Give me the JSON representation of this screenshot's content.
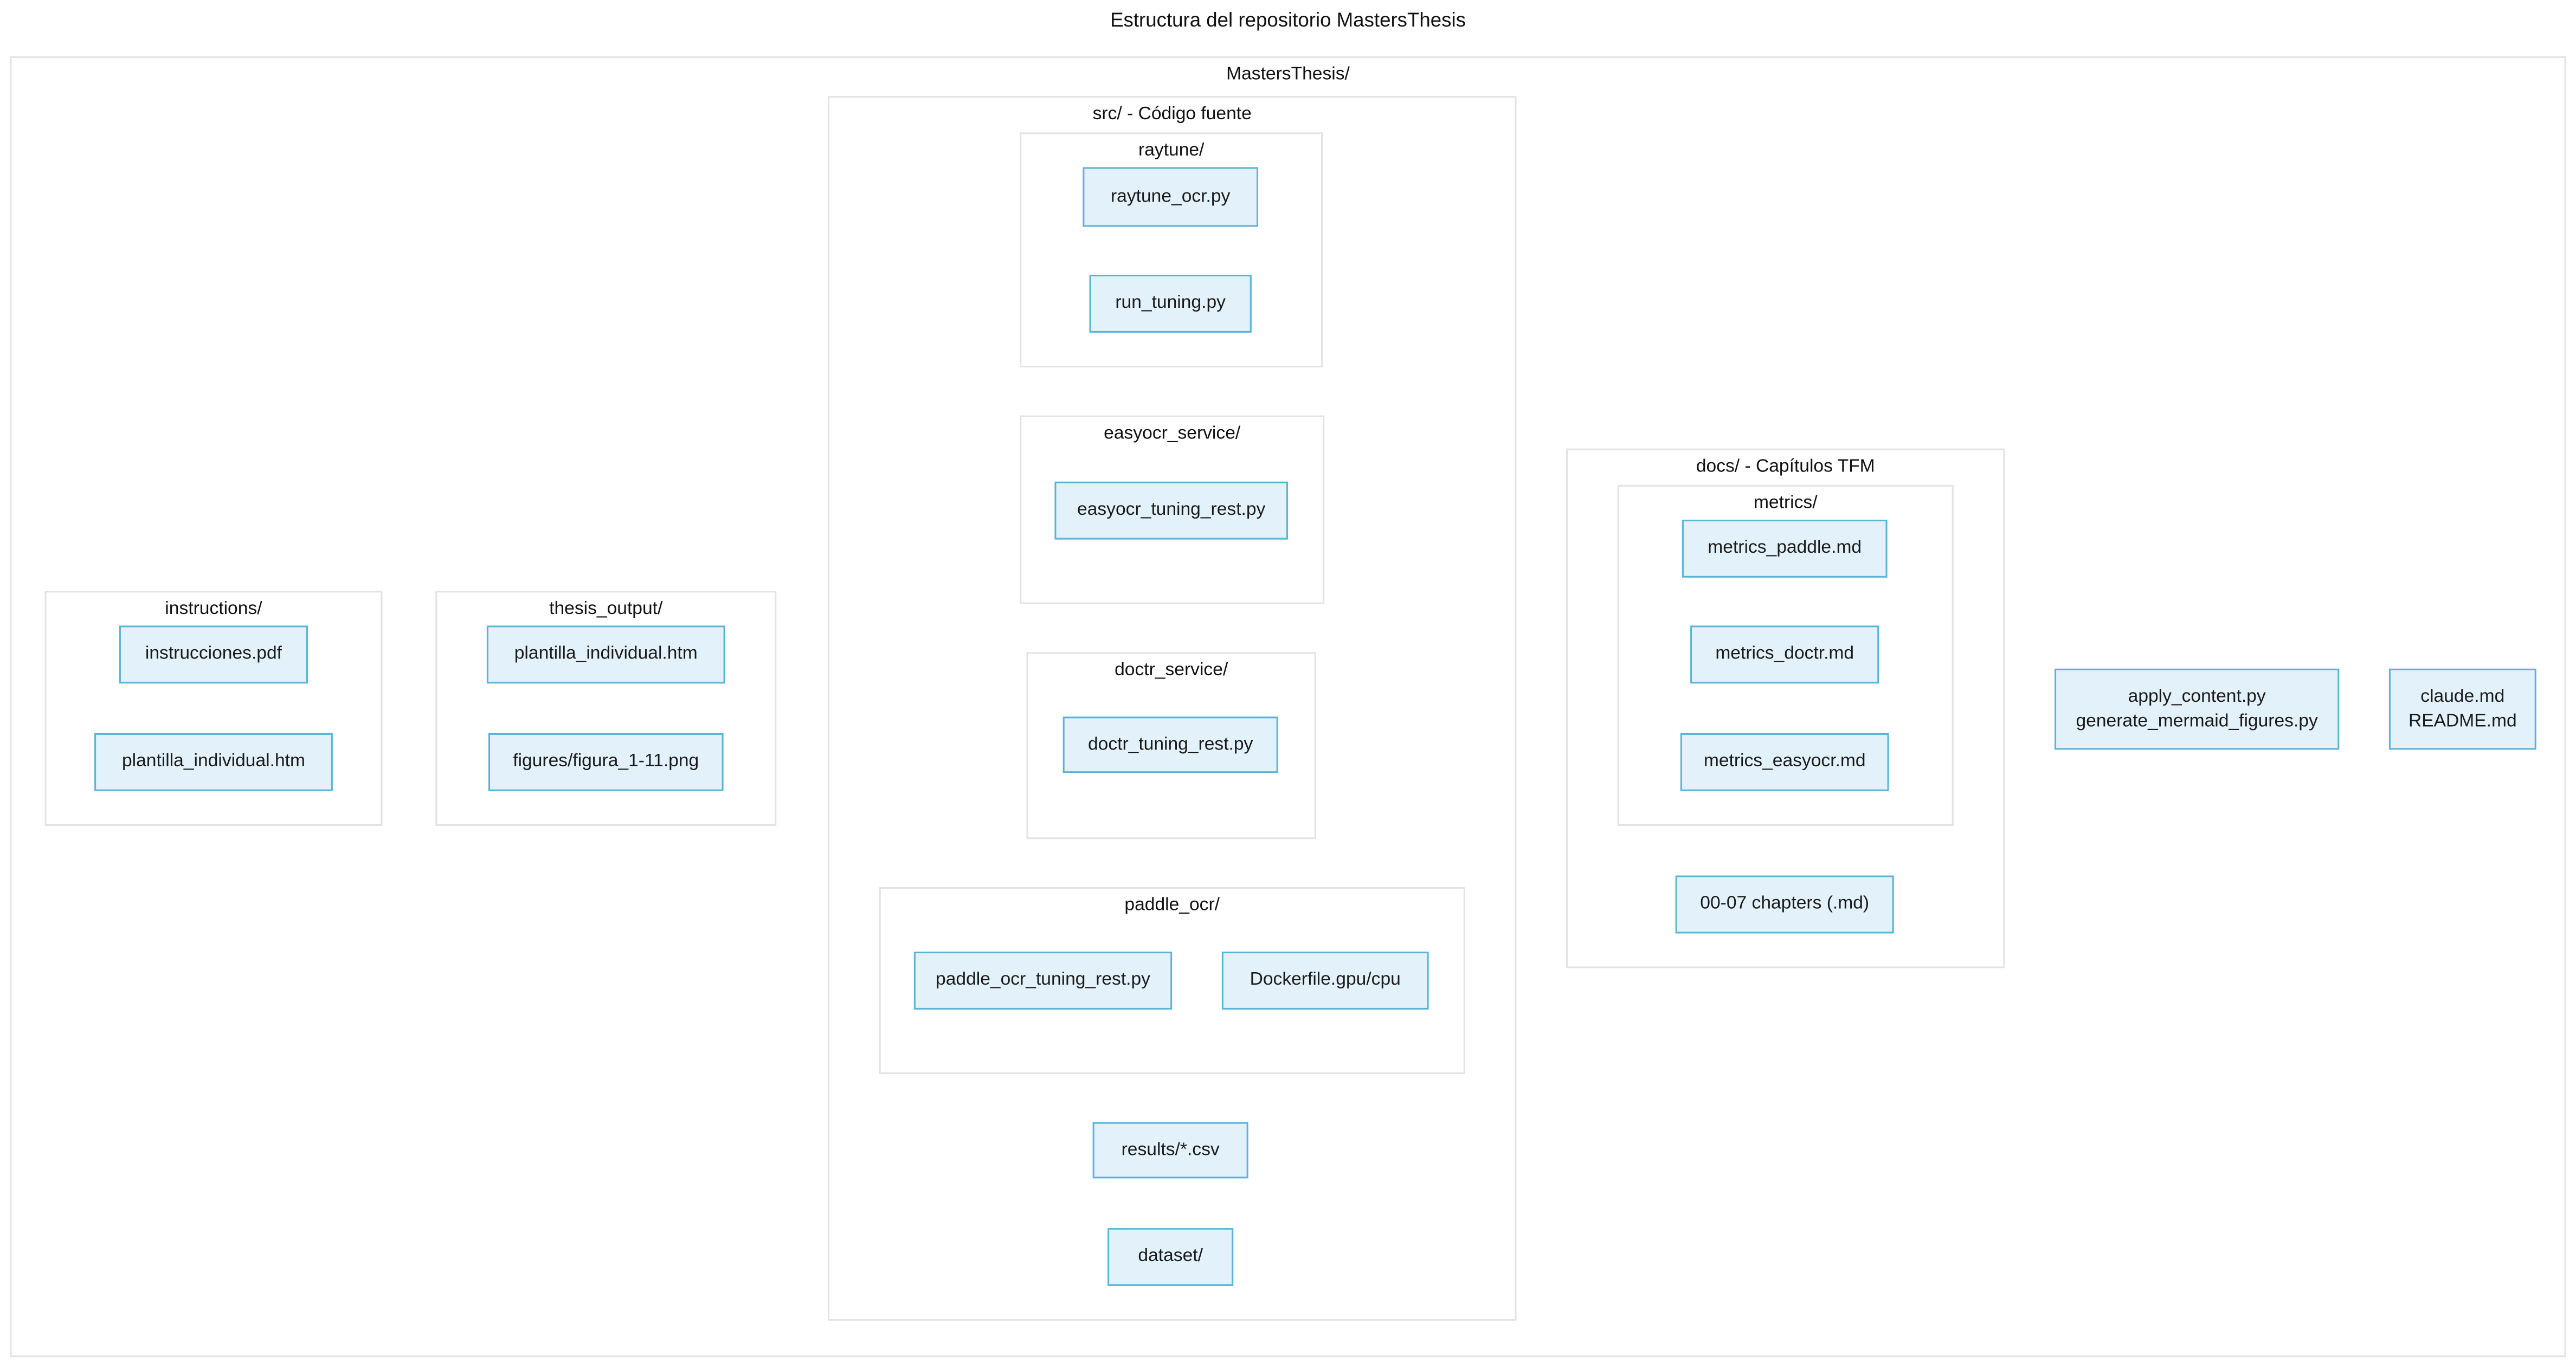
{
  "page_title": "Estructura del repositorio MastersThesis",
  "diagram": {
    "root_label": "MastersThesis/",
    "groups": {
      "src": "src/ - Código fuente",
      "raytune": "raytune/",
      "easyocr_service": "easyocr_service/",
      "doctr_service": "doctr_service/",
      "paddle_ocr": "paddle_ocr/",
      "instructions": "instructions/",
      "thesis_output": "thesis_output/",
      "docs": "docs/ - Capítulos TFM",
      "metrics": "metrics/"
    },
    "nodes": {
      "raytune_ocr": "raytune_ocr.py",
      "run_tuning": "run_tuning.py",
      "easyocr_tuning_rest": "easyocr_tuning_rest.py",
      "doctr_tuning_rest": "doctr_tuning_rest.py",
      "paddle_ocr_tuning_rest": "paddle_ocr_tuning_rest.py",
      "dockerfile": "Dockerfile.gpu/cpu",
      "results_csv": "results/*.csv",
      "dataset": "dataset/",
      "instrucciones_pdf": "instrucciones.pdf",
      "plantilla_individual_instructions": "plantilla_individual.htm",
      "plantilla_individual_thesis": "plantilla_individual.htm",
      "figures_png": "figures/figura_1-11.png",
      "metrics_paddle": "metrics_paddle.md",
      "metrics_doctr": "metrics_doctr.md",
      "metrics_easyocr": "metrics_easyocr.md",
      "chapters": "00-07 chapters (.md)",
      "scripts_line1": "apply_content.py",
      "scripts_line2": "generate_mermaid_figures.py",
      "meta_line1": "claude.md",
      "meta_line2": "README.md"
    },
    "colors": {
      "node_fill": "#e3f2fa",
      "node_border": "#5ab4d6",
      "group_border": "#e3e3e3",
      "background": "#ffffff"
    }
  }
}
